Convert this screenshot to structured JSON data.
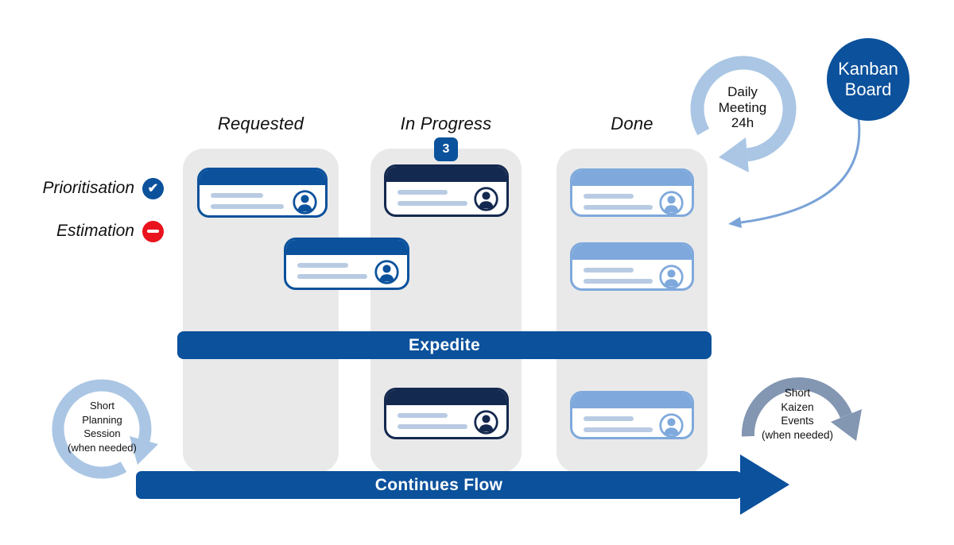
{
  "colors": {
    "primary": "#0b519c",
    "navy": "#14294f",
    "light_card": "#7fa9dc",
    "card_line": "#b9cbe3",
    "column_bg": "#e9e9e9",
    "arrow_light": "#aac6e4",
    "arrow_kaizen": "#8396b2",
    "connector": "#7aa3d8",
    "red": "#e8131d",
    "ink": "#111111"
  },
  "legend": {
    "items": [
      {
        "label": "Prioritisation",
        "icon": "check-icon",
        "icon_color": "#0b519c"
      },
      {
        "label": "Estimation",
        "icon": "no-entry-icon",
        "icon_color": "#e8131d"
      }
    ]
  },
  "board": {
    "expedite_label": "Expedite",
    "columns": [
      {
        "title": "Requested",
        "wip_limit": "",
        "cards": [
          {
            "theme": "blue"
          },
          {
            "theme": "blue"
          }
        ]
      },
      {
        "title": "In Progress",
        "wip_limit": "3",
        "cards": [
          {
            "theme": "navy"
          },
          {
            "theme": "navy"
          }
        ]
      },
      {
        "title": "Done",
        "wip_limit": "",
        "cards": [
          {
            "theme": "light"
          },
          {
            "theme": "light"
          },
          {
            "theme": "light"
          }
        ]
      }
    ]
  },
  "flow": {
    "label": "Continues Flow"
  },
  "annotations": {
    "kanban_board": {
      "lines": [
        "Kanban",
        "Board"
      ]
    },
    "daily_meeting": {
      "lines": [
        "Daily",
        "Meeting",
        "24h"
      ]
    },
    "planning": {
      "lines": [
        "Short",
        "Planning",
        "Session",
        "(when needed)"
      ]
    },
    "kaizen": {
      "lines": [
        "Short",
        "Kaizen",
        "Events",
        "(when needed)"
      ]
    }
  }
}
